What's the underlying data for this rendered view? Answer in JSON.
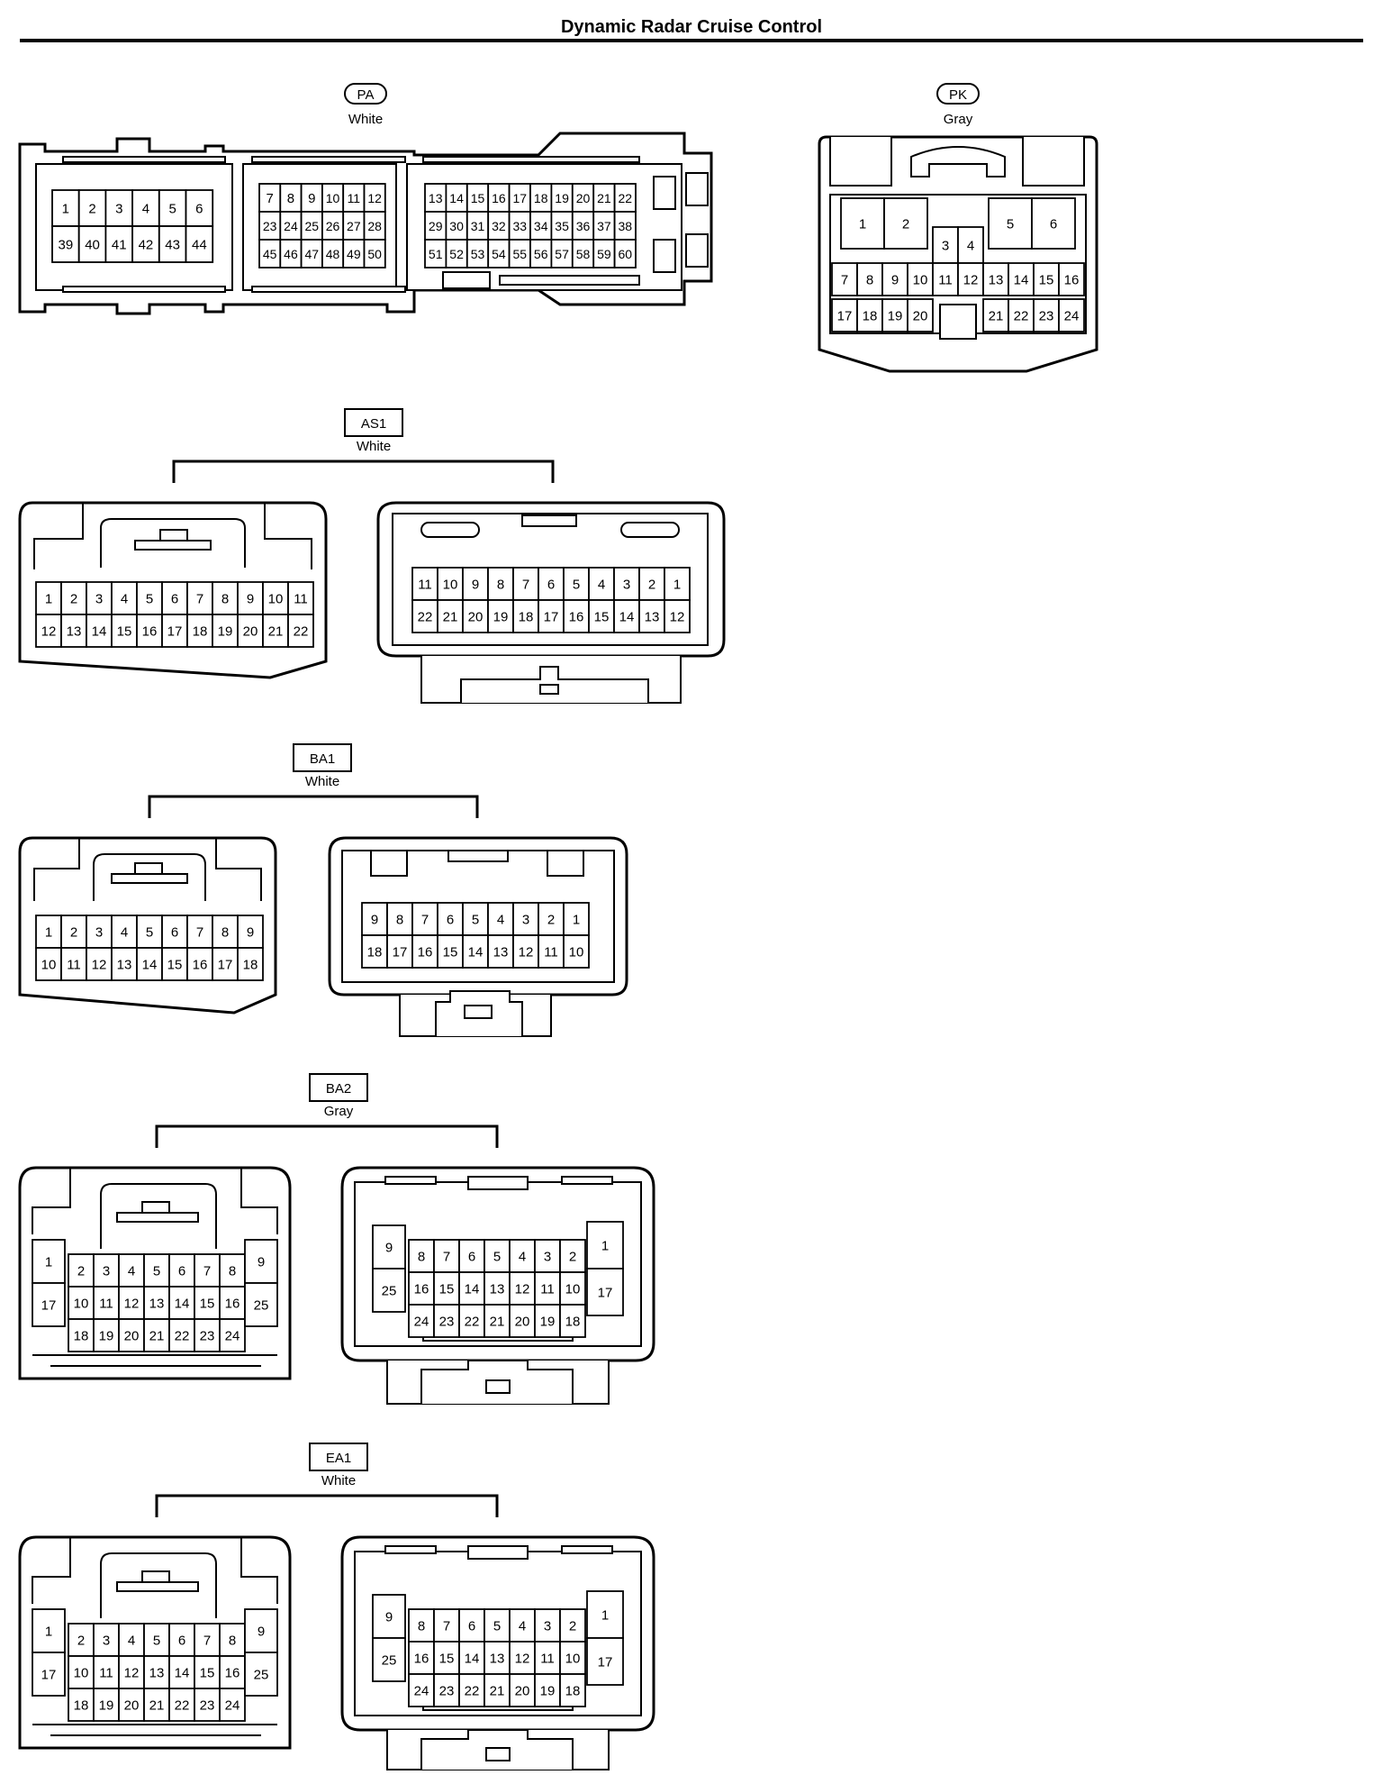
{
  "page": {
    "title": "Dynamic Radar Cruise Control"
  },
  "connectors": {
    "PA": {
      "code": "PA",
      "color": "White",
      "label_style": "pill"
    },
    "PK": {
      "code": "PK",
      "color": "Gray",
      "label_style": "pill"
    },
    "AS1": {
      "code": "AS1",
      "color": "White",
      "label_style": "box"
    },
    "BA1": {
      "code": "BA1",
      "color": "White",
      "label_style": "box"
    },
    "BA2": {
      "code": "BA2",
      "color": "Gray",
      "label_style": "box"
    },
    "EA1": {
      "code": "EA1",
      "color": "White",
      "label_style": "box"
    }
  },
  "pin_grids": {
    "pa_left": [
      [
        "1",
        "2",
        "3",
        "4",
        "5",
        "6"
      ],
      [
        "39",
        "40",
        "41",
        "42",
        "43",
        "44"
      ]
    ],
    "pa_mid": [
      [
        "7",
        "8",
        "9",
        "10",
        "11",
        "12"
      ],
      [
        "23",
        "24",
        "25",
        "26",
        "27",
        "28"
      ],
      [
        "45",
        "46",
        "47",
        "48",
        "49",
        "50"
      ]
    ],
    "pa_right": [
      [
        "13",
        "14",
        "15",
        "16",
        "17",
        "18",
        "19",
        "20",
        "21",
        "22"
      ],
      [
        "29",
        "30",
        "31",
        "32",
        "33",
        "34",
        "35",
        "36",
        "37",
        "38"
      ],
      [
        "51",
        "52",
        "53",
        "54",
        "55",
        "56",
        "57",
        "58",
        "59",
        "60"
      ]
    ],
    "pk_top_left": [
      "1",
      "2"
    ],
    "pk_top_mid": [
      "3",
      "4"
    ],
    "pk_top_right": [
      "5",
      "6"
    ],
    "pk_row_a": [
      "7",
      "8",
      "9",
      "10",
      "11",
      "12",
      "13",
      "14",
      "15",
      "16"
    ],
    "pk_row_b_left": [
      "17",
      "18",
      "19",
      "20"
    ],
    "pk_row_b_right": [
      "21",
      "22",
      "23",
      "24"
    ],
    "as1_male": [
      [
        "1",
        "2",
        "3",
        "4",
        "5",
        "6",
        "7",
        "8",
        "9",
        "10",
        "11"
      ],
      [
        "12",
        "13",
        "14",
        "15",
        "16",
        "17",
        "18",
        "19",
        "20",
        "21",
        "22"
      ]
    ],
    "as1_female": [
      [
        "11",
        "10",
        "9",
        "8",
        "7",
        "6",
        "5",
        "4",
        "3",
        "2",
        "1"
      ],
      [
        "22",
        "21",
        "20",
        "19",
        "18",
        "17",
        "16",
        "15",
        "14",
        "13",
        "12"
      ]
    ],
    "ba1_male": [
      [
        "1",
        "2",
        "3",
        "4",
        "5",
        "6",
        "7",
        "8",
        "9"
      ],
      [
        "10",
        "11",
        "12",
        "13",
        "14",
        "15",
        "16",
        "17",
        "18"
      ]
    ],
    "ba1_female": [
      [
        "9",
        "8",
        "7",
        "6",
        "5",
        "4",
        "3",
        "2",
        "1"
      ],
      [
        "18",
        "17",
        "16",
        "15",
        "14",
        "13",
        "12",
        "11",
        "10"
      ]
    ],
    "ba2_male_left": [
      "1",
      "17"
    ],
    "ba2_male_center": [
      [
        "2",
        "3",
        "4",
        "5",
        "6",
        "7",
        "8"
      ],
      [
        "10",
        "11",
        "12",
        "13",
        "14",
        "15",
        "16"
      ],
      [
        "18",
        "19",
        "20",
        "21",
        "22",
        "23",
        "24"
      ]
    ],
    "ba2_male_right": [
      "9",
      "25"
    ],
    "ba2_female_left": [
      "9",
      "25"
    ],
    "ba2_female_center": [
      [
        "8",
        "7",
        "6",
        "5",
        "4",
        "3",
        "2"
      ],
      [
        "16",
        "15",
        "14",
        "13",
        "12",
        "11",
        "10"
      ],
      [
        "24",
        "23",
        "22",
        "21",
        "20",
        "19",
        "18"
      ]
    ],
    "ba2_female_right": [
      "1",
      "17"
    ],
    "ea1_male_left": [
      "1",
      "17"
    ],
    "ea1_male_center": [
      [
        "2",
        "3",
        "4",
        "5",
        "6",
        "7",
        "8"
      ],
      [
        "10",
        "11",
        "12",
        "13",
        "14",
        "15",
        "16"
      ],
      [
        "18",
        "19",
        "20",
        "21",
        "22",
        "23",
        "24"
      ]
    ],
    "ea1_male_right": [
      "9",
      "25"
    ],
    "ea1_female_left": [
      "9",
      "25"
    ],
    "ea1_female_center": [
      [
        "8",
        "7",
        "6",
        "5",
        "4",
        "3",
        "2"
      ],
      [
        "16",
        "15",
        "14",
        "13",
        "12",
        "11",
        "10"
      ],
      [
        "24",
        "23",
        "22",
        "21",
        "20",
        "19",
        "18"
      ]
    ],
    "ea1_female_right": [
      "1",
      "17"
    ]
  }
}
